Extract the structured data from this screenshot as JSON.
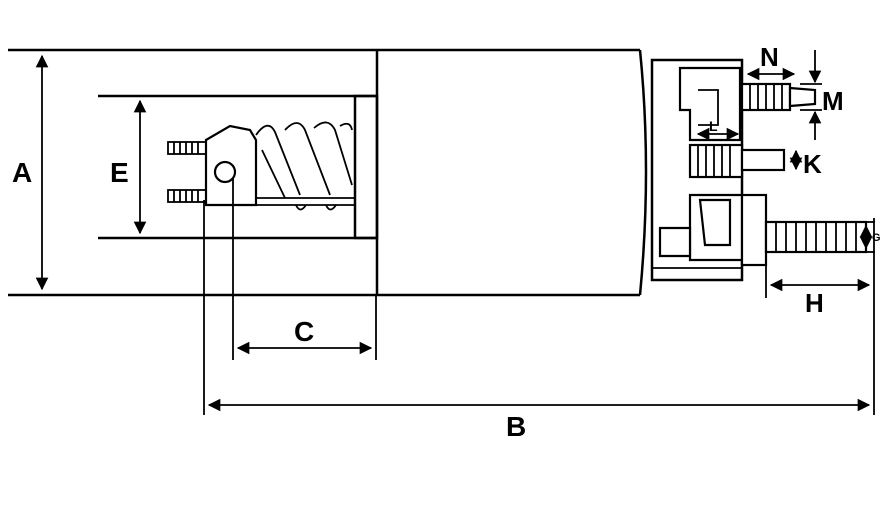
{
  "diagram": {
    "labels": {
      "A": "A",
      "B": "B",
      "C": "C",
      "E": "E",
      "G": "G",
      "H": "H",
      "K": "K",
      "L": "L",
      "M": "M",
      "N": "N"
    },
    "colors": {
      "line": "#000000",
      "background": "#ffffff"
    }
  }
}
